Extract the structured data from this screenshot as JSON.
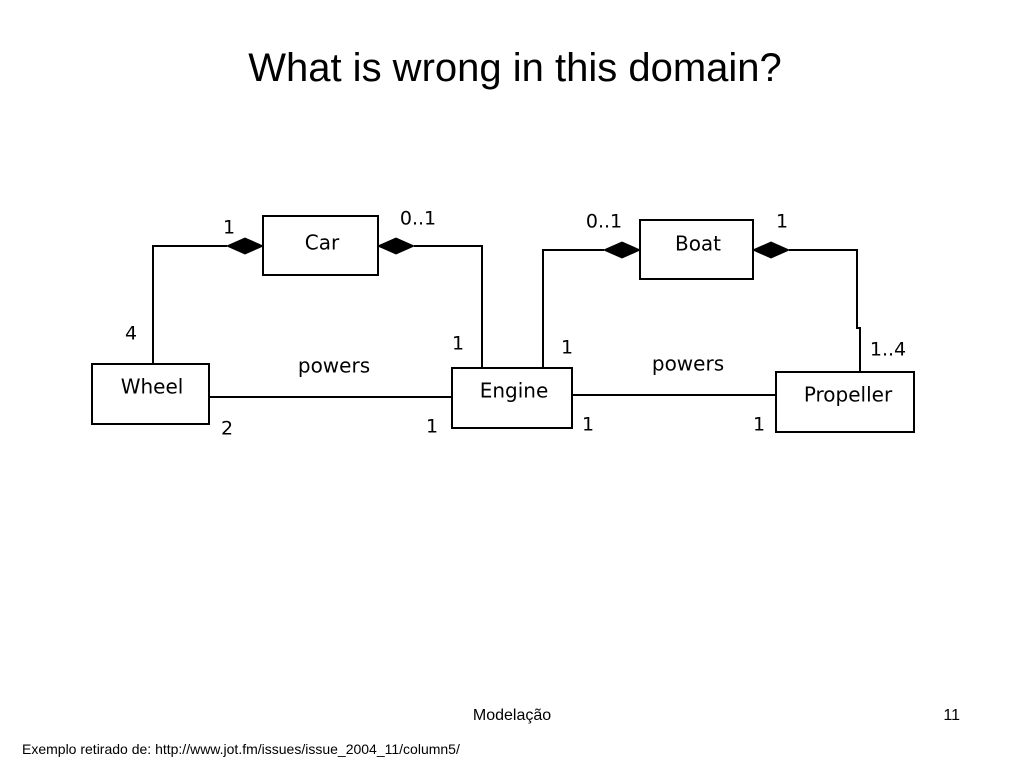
{
  "slide": {
    "title": "What is wrong in this domain?",
    "footer": "Modelação",
    "page_number": "11",
    "footnote": "Exemplo retirado de: http://www.jot.fm/issues/issue_2004_11/column5/"
  },
  "diagram": {
    "classes": {
      "car": "Car",
      "boat": "Boat",
      "wheel": "Wheel",
      "engine": "Engine",
      "propeller": "Propeller"
    },
    "associations": [
      {
        "from": "Car",
        "to": "Wheel",
        "kind": "composition",
        "whole_multiplicity": "1",
        "part_multiplicity": "4"
      },
      {
        "from": "Car",
        "to": "Engine",
        "kind": "composition",
        "whole_multiplicity": "0..1",
        "part_multiplicity": "1"
      },
      {
        "from": "Boat",
        "to": "Engine",
        "kind": "composition",
        "whole_multiplicity": "0..1",
        "part_multiplicity": "1"
      },
      {
        "from": "Boat",
        "to": "Propeller",
        "kind": "composition",
        "whole_multiplicity": "1",
        "part_multiplicity": "1..4"
      },
      {
        "from": "Engine",
        "to": "Wheel",
        "kind": "association",
        "label": "powers",
        "engine_multiplicity": "1",
        "other_multiplicity": "2"
      },
      {
        "from": "Engine",
        "to": "Propeller",
        "kind": "association",
        "label": "powers",
        "engine_multiplicity": "1",
        "other_multiplicity": "1"
      }
    ],
    "labels": {
      "car_wheel_whole": "1",
      "car_wheel_part": "4",
      "car_engine_whole": "0..1",
      "car_engine_part": "1",
      "boat_engine_whole": "0..1",
      "boat_engine_part": "1",
      "boat_propeller_whole": "1",
      "boat_propeller_part": "1..4",
      "wheel_powers": "powers",
      "wheel_end": "2",
      "engine_left_end": "1",
      "propeller_powers": "powers",
      "engine_right_end": "1",
      "propeller_end": "1"
    }
  }
}
